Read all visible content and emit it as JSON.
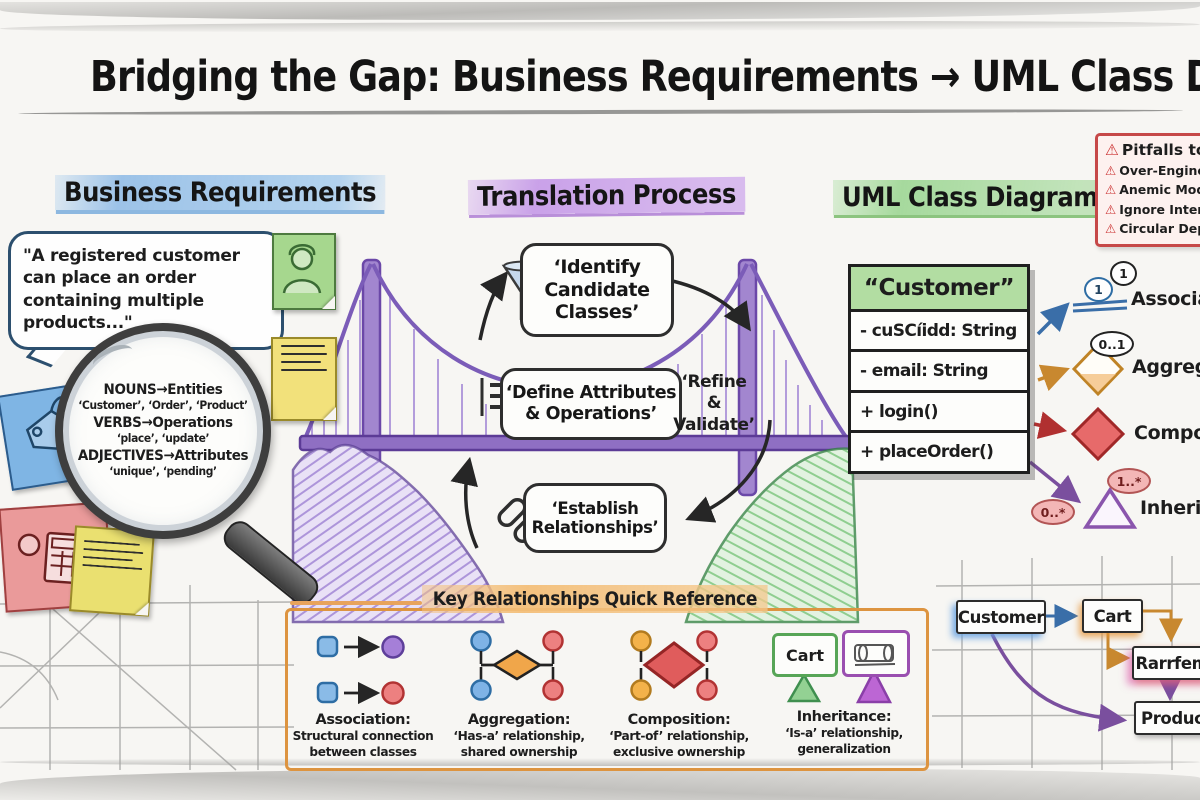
{
  "title": "Bridging the Gap: Business Requirements → UML Class Diagrams",
  "business": {
    "header": "Business Requirements",
    "speech_bubble": "\"A registered customer can place an order containing multiple products...\"",
    "magnifier": {
      "nouns_head": "NOUNS→Entities",
      "nouns_examples": "‘Customer’, ‘Order’, ‘Product’",
      "verbs_head": "VERBS→Operations",
      "verbs_examples": "‘place’, ‘update’",
      "adjectives_head": "ADJECTIVES→Attributes",
      "adjectives_examples": "‘unique’, ‘pending’"
    }
  },
  "translation": {
    "header": "Translation Process",
    "steps": {
      "identify": "‘Identify Candidate Classes’",
      "define": "‘Define Attributes & Operations’",
      "refine": "‘Refine & Validate’",
      "establish": "‘Establish Relationships’"
    }
  },
  "uml": {
    "header": "UML Class Diagram",
    "class_name": "“Customer”",
    "attributes": [
      "- cuSCíidd: String",
      "- email: String"
    ],
    "methods": [
      "+ login()",
      "+ placeOrder()"
    ],
    "legend": {
      "association": {
        "label": "Association",
        "mult_a": "1",
        "mult_b": "1"
      },
      "aggregation": {
        "label": "Aggregation",
        "mult": "0..1"
      },
      "composition": {
        "label": "Composition"
      },
      "inheritance": {
        "label": "Inheritance",
        "mult_a": "1..*",
        "mult_b": "0..*"
      }
    }
  },
  "pitfalls": {
    "title": "Pitfalls to",
    "items": [
      "Over-Engine",
      "Anemic Mod",
      "Ignore Inter",
      "Circular Dep"
    ]
  },
  "quick_reference": {
    "title": "Key Relationships Quick Reference",
    "columns": [
      {
        "name": "Association:",
        "line1": "Structural connection",
        "line2": "between classes"
      },
      {
        "name": "Aggregation:",
        "line1": "‘Has-a’ relationship,",
        "line2": "shared ownership"
      },
      {
        "name": "Composition:",
        "line1": "‘Part-of’ relationship,",
        "line2": "exclusive ownership"
      },
      {
        "name": "Inheritance:",
        "line1": "‘Is-a’ relationship,",
        "line2": "generalization",
        "box_label": "Cart"
      }
    ]
  },
  "mini_diagram": {
    "nodes": {
      "customer": "Customer",
      "cart": "Cart",
      "payment": "Rarrfem",
      "product": "Product"
    }
  },
  "colors": {
    "association_blue": "#3a6ea8",
    "aggregation_orange": "#c8882f",
    "composition_red": "#b03030",
    "inheritance_purple": "#7a4f9e",
    "bridge_purple": "#8f6fc3",
    "pitfalls_red": "#c64848"
  }
}
